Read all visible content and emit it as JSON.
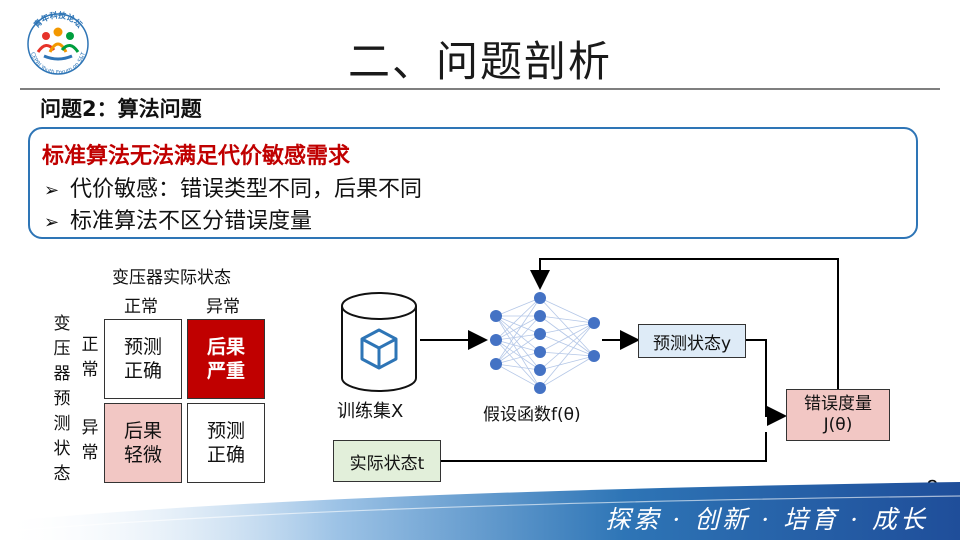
{
  "header": {
    "logo_text_top": "青年科技论坛",
    "logo_text_bottom": "CEPRI Youth Forum on S&T",
    "title": "二、问题剖析"
  },
  "subtitle": "问题2：算法问题",
  "info_box": {
    "headline": "标准算法无法满足代价敏感需求",
    "bullets": [
      "代价敏感：错误类型不同，后果不同",
      "标准算法不区分错误度量"
    ]
  },
  "matrix": {
    "top_label": "变压器实际状态",
    "col_labels": [
      "正常",
      "异常"
    ],
    "side_label": "变压器预测状态",
    "row_labels": [
      "正常",
      "异常"
    ],
    "cells": [
      [
        "预测\n正确",
        "后果\n严重"
      ],
      [
        "后果\n轻微",
        "预测\n正确"
      ]
    ]
  },
  "flow": {
    "training_set": "训练集X",
    "hypothesis": "假设函数f(θ)",
    "predicted_state": "预测状态y",
    "actual_state": "实际状态t",
    "error_measure": "错误度量\nJ(θ)"
  },
  "colors": {
    "accent_blue": "#2e75b6",
    "headline_red": "#c00000",
    "severe_red": "#c00000",
    "mild_pink": "#f2c7c4",
    "node_blue": "#4472c4",
    "pred_box_fill": "#deebf7",
    "actual_box_fill": "#e2efda",
    "error_box_fill": "#f2c7c4",
    "footer_blue": "#1f63b3"
  },
  "footer": {
    "slogan": "探索 · 创新 · 培育 · 成长",
    "page_number": "8"
  }
}
